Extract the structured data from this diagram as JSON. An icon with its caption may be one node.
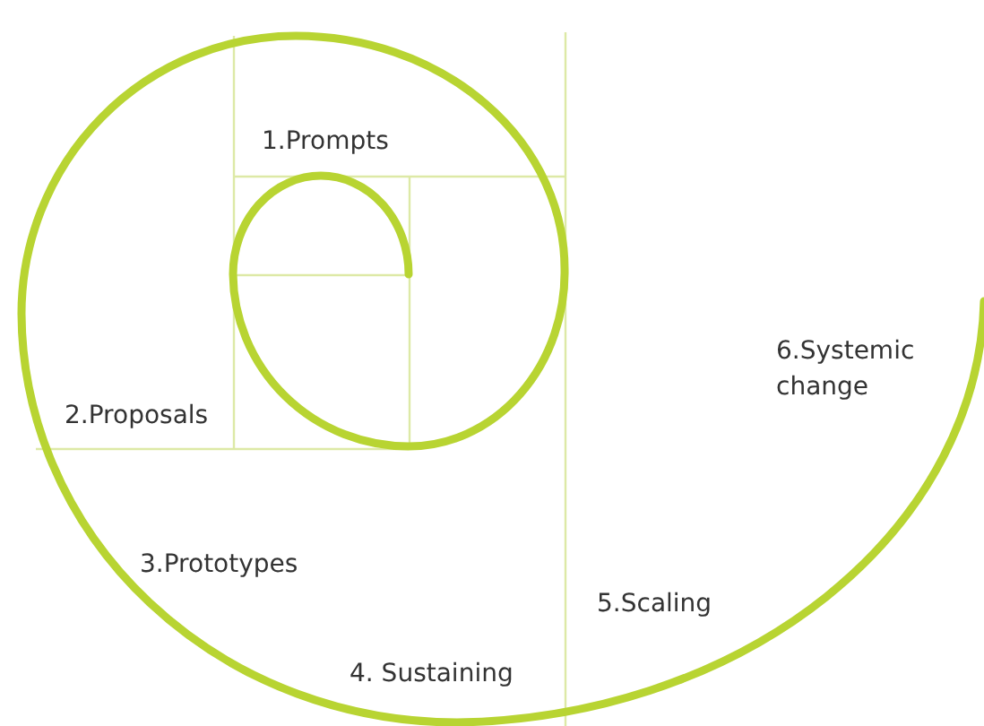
{
  "diagram": {
    "labels": [
      "1.Prompts",
      "2.Proposals",
      "3.Prototypes",
      "4. Sustaining",
      "5.Scaling",
      "6.Systemic change"
    ]
  }
}
